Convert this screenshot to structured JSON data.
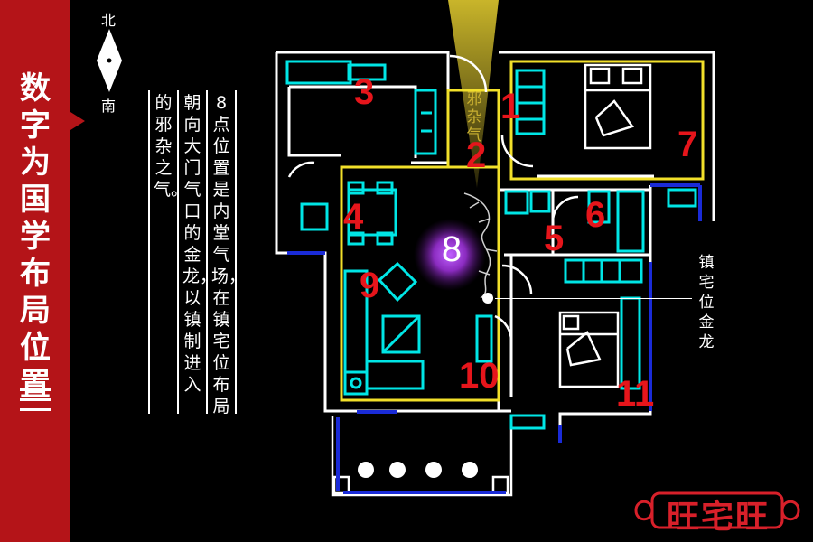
{
  "sidebar": {
    "title": "数字为国学布局位置",
    "number_symbol": "三"
  },
  "compass": {
    "north": "北",
    "south": "南"
  },
  "description": {
    "col1": "8点位置是内堂气场，在镇宅位布局",
    "col2": "朝向大门气口的金龙，以镇制进入",
    "col3": "的邪杂之气。"
  },
  "plan": {
    "evil_qi_label": "邪杂气",
    "numbers": [
      "1",
      "2",
      "3",
      "4",
      "5",
      "6",
      "7",
      "8",
      "9",
      "10",
      "11"
    ],
    "dragon_annotation": "镇宅位金龙"
  },
  "logo": {
    "text": "旺宅旺"
  },
  "colors": {
    "sidebar": "#b41418",
    "wall": "#ffffff",
    "furniture": "#00e6e6",
    "zone": "#f2e02a",
    "number": "#e6151b",
    "glow": "#8a2bbf",
    "window": "#1a2bd8"
  }
}
